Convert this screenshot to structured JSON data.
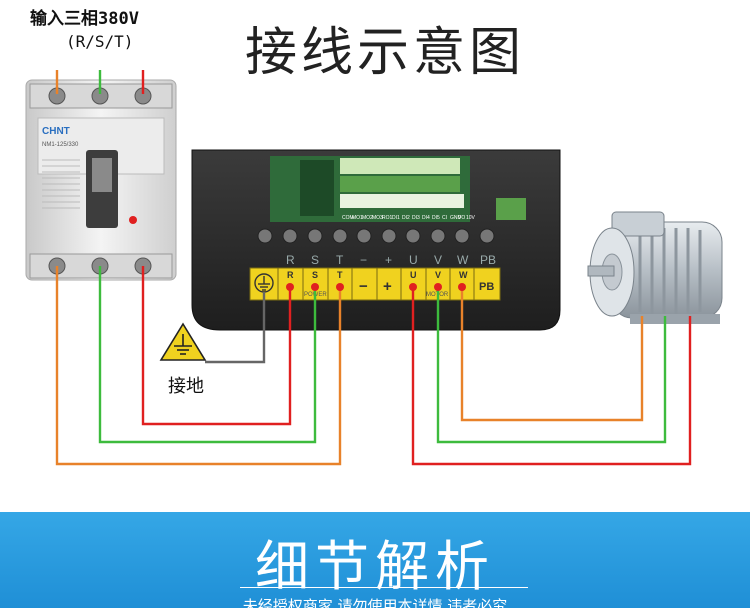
{
  "input_label": {
    "line1": "输入三相380V",
    "line2": "(R/S/T)"
  },
  "title": "接线示意图",
  "breaker": {
    "brand": "CHNT",
    "model": "NM1-125/330"
  },
  "inverter": {
    "terminal_labels": [
      "R",
      "S",
      "T",
      "−",
      "+",
      "U",
      "V",
      "W",
      "PB"
    ],
    "power_label": "POWER",
    "motor_label": "MOTOR",
    "control_labels": [
      "COM",
      "MO1",
      "MO2",
      "MO3",
      "RO1",
      "DI1",
      "DI2",
      "DI3",
      "DI4",
      "DI5",
      "CI",
      "GND",
      "VO",
      "10V"
    ]
  },
  "ground_label": "接地",
  "banner": {
    "title": "细节解析",
    "note": "未经授权商家 请勿使用本详情 违者必究"
  },
  "colors": {
    "wire_r": "#e8822a",
    "wire_s": "#3dbb3d",
    "wire_t": "#e02020",
    "ground_wire": "#666666",
    "terminal_strip": "#f0d21f",
    "banner": "#2a9be0"
  }
}
